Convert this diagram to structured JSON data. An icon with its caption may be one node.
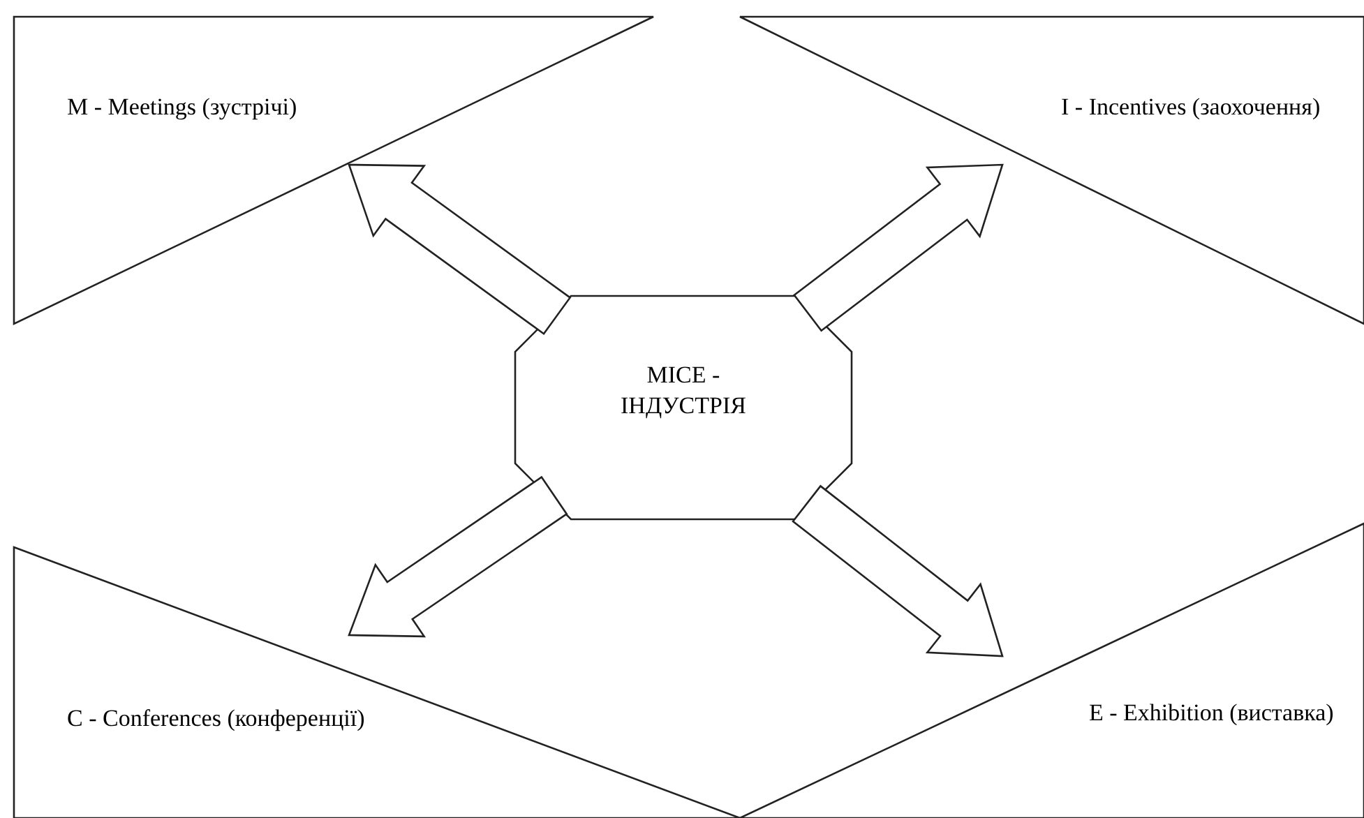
{
  "diagram": {
    "nodes": [
      {
        "text": [
          "M - Meetings (зустрічі)"
        ]
      },
      {
        "text": [
          "I - Incentives (заохочення)"
        ]
      },
      {
        "text": [
          "MICE - ІНДУСТРІЯ"
        ]
      },
      {
        "text": [
          "C - Conferences (конференції)"
        ]
      },
      {
        "text": [
          "E - Exhibition (виставка)"
        ]
      }
    ],
    "edges": [
      {
        "from": 2,
        "to": 0,
        "arrow": "to"
      },
      {
        "from": 2,
        "to": 1,
        "arrow": "to"
      },
      {
        "from": 2,
        "to": 3,
        "arrow": "to"
      },
      {
        "from": 2,
        "to": 4,
        "arrow": "to"
      }
    ]
  }
}
